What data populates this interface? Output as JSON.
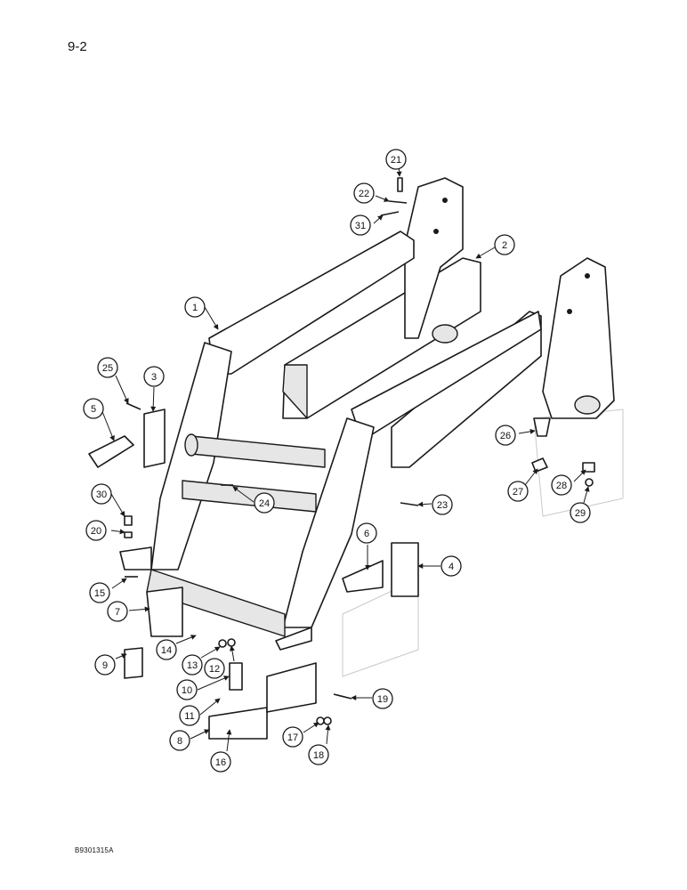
{
  "page": {
    "number": "9-2",
    "figure_code": "B9301315A"
  },
  "callouts": [
    {
      "label": "1"
    },
    {
      "label": "2"
    },
    {
      "label": "3"
    },
    {
      "label": "4"
    },
    {
      "label": "5"
    },
    {
      "label": "6"
    },
    {
      "label": "7"
    },
    {
      "label": "8"
    },
    {
      "label": "9"
    },
    {
      "label": "10"
    },
    {
      "label": "11"
    },
    {
      "label": "12"
    },
    {
      "label": "13"
    },
    {
      "label": "14"
    },
    {
      "label": "15"
    },
    {
      "label": "16"
    },
    {
      "label": "17"
    },
    {
      "label": "18"
    },
    {
      "label": "19"
    },
    {
      "label": "20"
    },
    {
      "label": "21"
    },
    {
      "label": "22"
    },
    {
      "label": "23"
    },
    {
      "label": "24"
    },
    {
      "label": "25"
    },
    {
      "label": "26"
    },
    {
      "label": "27"
    },
    {
      "label": "28"
    },
    {
      "label": "29"
    },
    {
      "label": "30"
    },
    {
      "label": "31"
    }
  ]
}
